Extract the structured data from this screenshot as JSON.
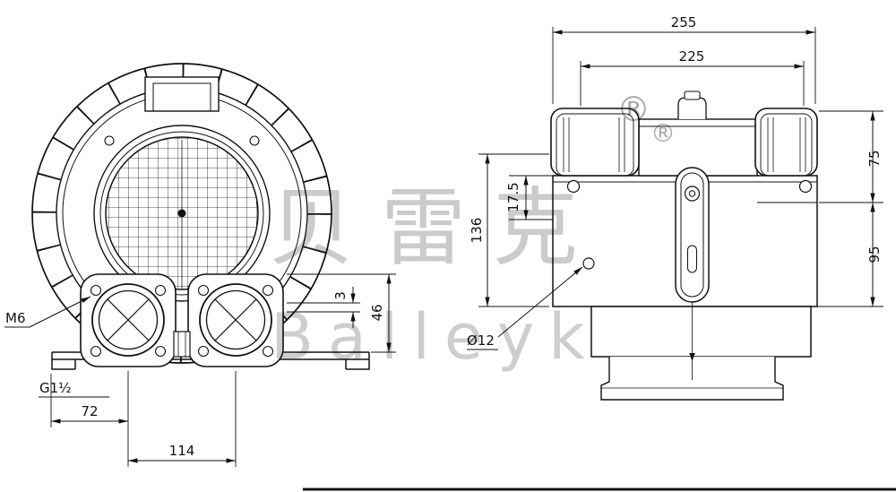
{
  "colors": {
    "line": "#111111",
    "watermark": "#c6c6c6",
    "background": "#ffffff"
  },
  "watermark": {
    "brand_cn": "贝雷克",
    "brand_en": "Balleyk",
    "registered_top": "®",
    "registered_bottom": "®"
  },
  "front_view": {
    "callouts": {
      "bolt_thread": "M6",
      "port_thread": "G1½"
    },
    "dimensions": {
      "foot_to_port": "72",
      "port_spacing": "114",
      "plate_thickness": "3",
      "port_height": "46"
    }
  },
  "side_view": {
    "dimensions": {
      "overall_width": "255",
      "inner_width": "225",
      "upper_height": "75",
      "lower_height": "95",
      "body_height": "136",
      "hole_offset": "17.5",
      "hole_diameter": "Ø12"
    }
  }
}
